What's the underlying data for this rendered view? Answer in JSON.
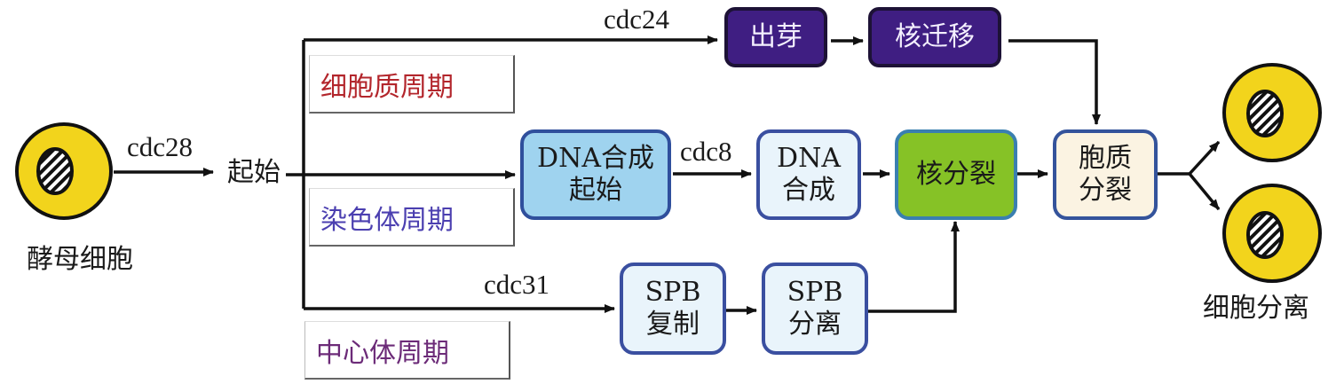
{
  "diagram": {
    "start_cell_label": "酵母细胞",
    "end_cells_label": "细胞分离",
    "start_node": "起始",
    "genes": {
      "g_start": "cdc28",
      "g_bud": "cdc24",
      "g_dna": "cdc8",
      "g_spb": "cdc31"
    },
    "cycles": {
      "cytoplasm": "细胞质周期",
      "chromosome": "染色体周期",
      "centrosome": "中心体周期"
    },
    "nodes": {
      "budding": {
        "lines": [
          "出芽"
        ]
      },
      "nuclear_migration": {
        "lines": [
          "核迁移"
        ]
      },
      "dna_initiation": {
        "lines": [
          "DNA合成",
          "起始"
        ]
      },
      "dna_synthesis": {
        "lines": [
          "DNA",
          "合成"
        ]
      },
      "nuclear_division": {
        "lines": [
          "核分裂"
        ]
      },
      "cytokinesis": {
        "lines": [
          "胞质",
          "分裂"
        ]
      },
      "spb_duplication": {
        "lines": [
          "SPB",
          "复制"
        ]
      },
      "spb_separation": {
        "lines": [
          "SPB",
          "分离"
        ]
      }
    },
    "edges": [
      {
        "from": "yeast_cell",
        "to": "start",
        "label": "cdc28"
      },
      {
        "from": "start",
        "to": "budding",
        "label": "cdc24"
      },
      {
        "from": "budding",
        "to": "nuclear_migration",
        "label": ""
      },
      {
        "from": "nuclear_migration",
        "to": "cytokinesis",
        "label": ""
      },
      {
        "from": "start",
        "to": "dna_initiation",
        "label": ""
      },
      {
        "from": "dna_initiation",
        "to": "dna_synthesis",
        "label": "cdc8"
      },
      {
        "from": "dna_synthesis",
        "to": "nuclear_division",
        "label": ""
      },
      {
        "from": "nuclear_division",
        "to": "cytokinesis",
        "label": ""
      },
      {
        "from": "start",
        "to": "spb_duplication",
        "label": "cdc31"
      },
      {
        "from": "spb_duplication",
        "to": "spb_separation",
        "label": ""
      },
      {
        "from": "spb_separation",
        "to": "nuclear_division",
        "label": ""
      },
      {
        "from": "cytokinesis",
        "to": "daughter_cells",
        "label": ""
      }
    ],
    "colors": {
      "cell_fill": "#f2d41c",
      "purple_box": "#3f1e82",
      "blue_box": "#9fd3ef",
      "pale_box": "#e9f4fb",
      "green_box": "#86c226",
      "cream_box": "#fbf3e2",
      "cytoplasm_text": "#b3262c",
      "chromosome_text": "#4b3fb0",
      "centrosome_text": "#6c2b78"
    }
  }
}
